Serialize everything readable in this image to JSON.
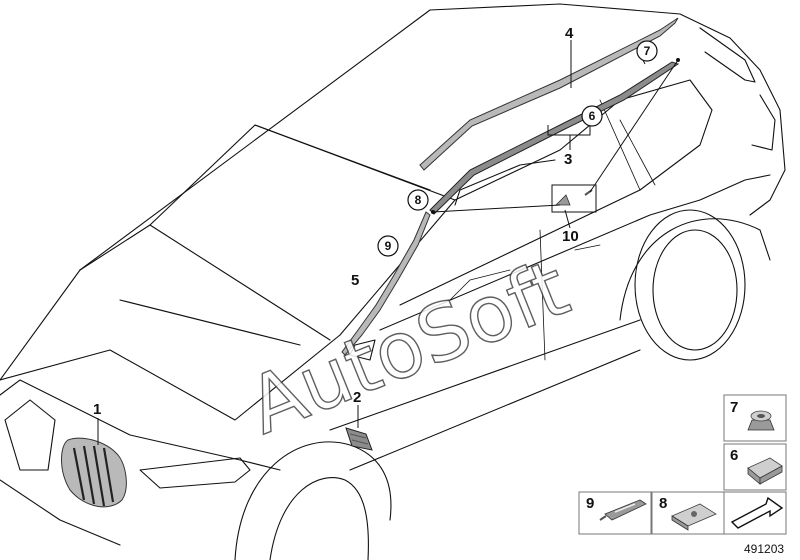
{
  "callouts": {
    "c1": "1",
    "c2": "2",
    "c3": "3",
    "c4": "4",
    "c5": "5",
    "c6": "6",
    "c7": "7",
    "c8": "8",
    "c9": "9",
    "c10": "10"
  },
  "thumbnails": {
    "t7": "7",
    "t6": "6",
    "t9": "9",
    "t8": "8"
  },
  "watermark": "AutoSoft",
  "diagram_number": "491203"
}
